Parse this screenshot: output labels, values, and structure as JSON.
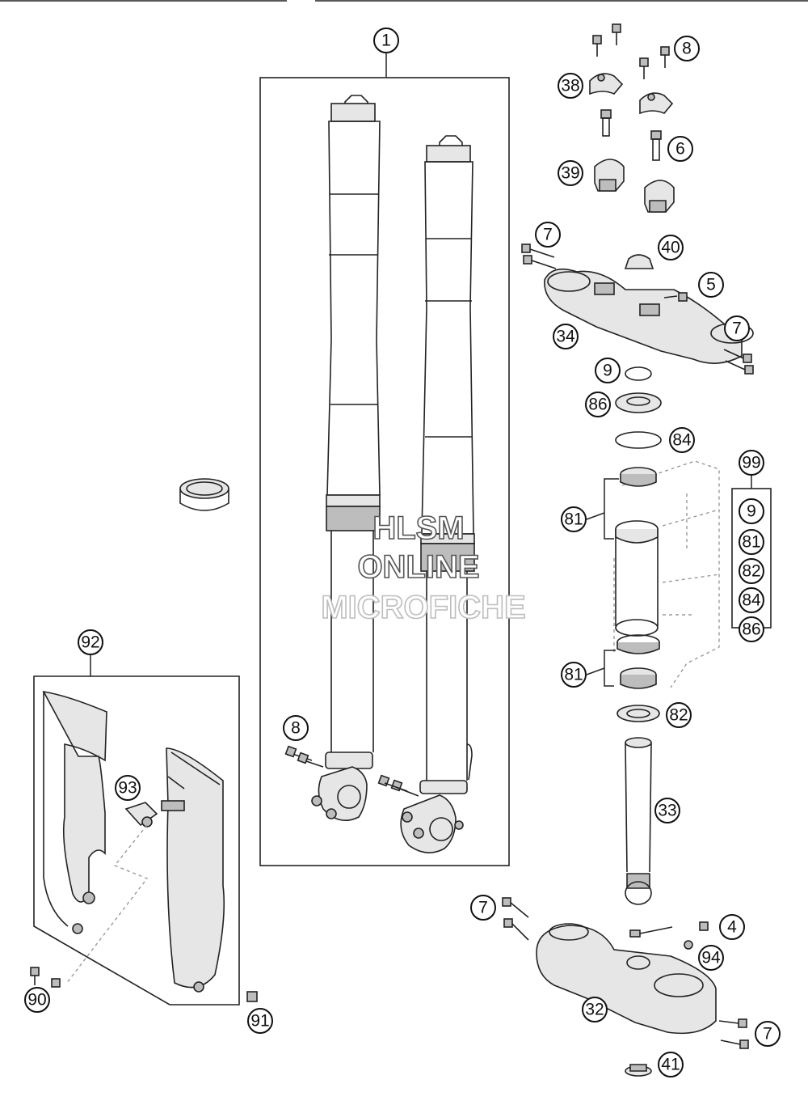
{
  "watermark": {
    "line1": "HLSM",
    "line2": "ONLINE",
    "line3": "MICROFICHE"
  },
  "callouts": {
    "c1": "1",
    "c8a": "8",
    "c38": "38",
    "c6": "6",
    "c39": "39",
    "c7a": "7",
    "c40": "40",
    "c5": "5",
    "c34": "34",
    "c7b": "7",
    "c9a": "9",
    "c86a": "86",
    "c84a": "84",
    "c99": "99",
    "c81a": "81",
    "c81b": "81",
    "c82a": "82",
    "c33": "33",
    "c7c": "7",
    "c4": "4",
    "c94": "94",
    "c32": "32",
    "c7d": "7",
    "c41": "41",
    "c92": "92",
    "c93": "93",
    "c90": "90",
    "c91": "91",
    "c8b": "8"
  },
  "kit_99": {
    "items": [
      "9",
      "81",
      "82",
      "84",
      "86"
    ]
  }
}
